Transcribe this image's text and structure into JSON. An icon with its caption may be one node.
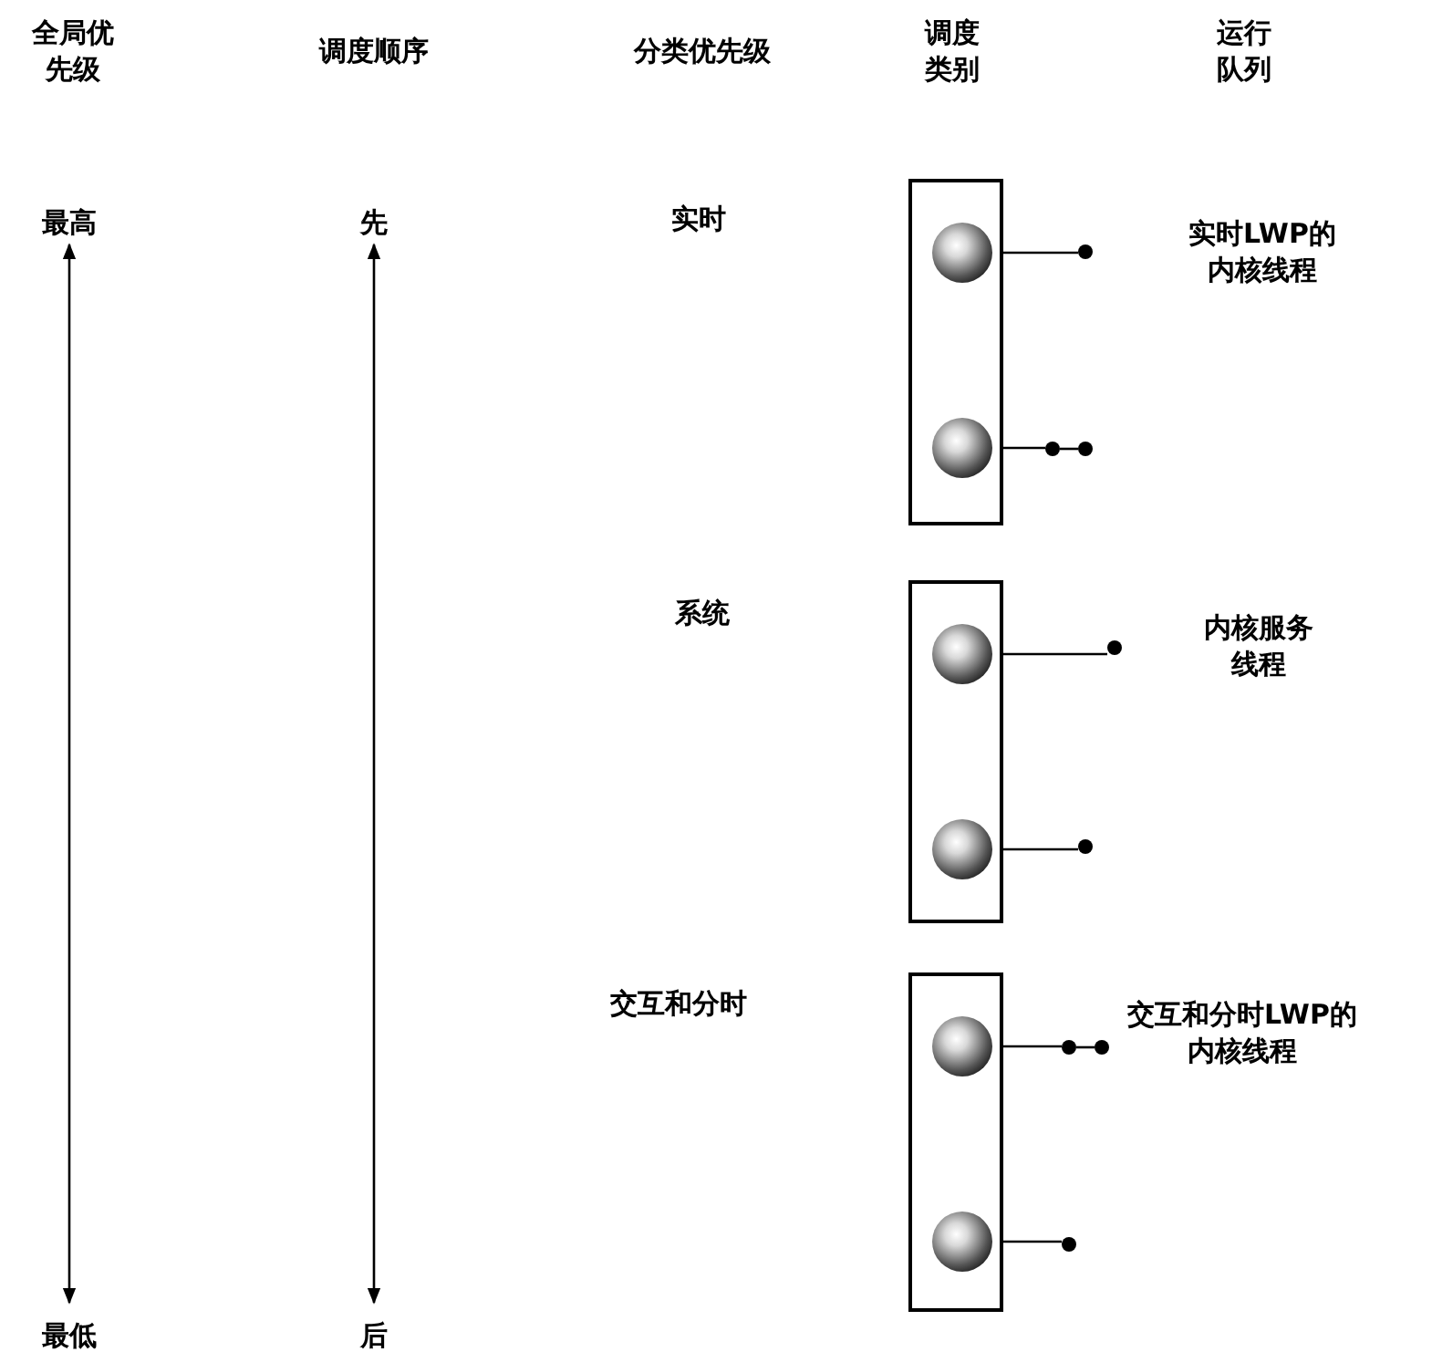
{
  "diagram": {
    "nodes": [
      {
        "text": [],
        "shape": "box"
      },
      {
        "text": [],
        "shape": "sphere",
        "in": 0
      },
      {
        "text": [],
        "shape": "sphere",
        "in": 0
      },
      {
        "text": [],
        "shape": "box"
      },
      {
        "text": [],
        "shape": "sphere",
        "in": 3
      },
      {
        "text": [],
        "shape": "sphere",
        "in": 3
      },
      {
        "text": [],
        "shape": "box"
      },
      {
        "text": [],
        "shape": "sphere",
        "in": 6
      },
      {
        "text": [],
        "shape": "sphere",
        "in": 6
      },
      {
        "text": [],
        "shape": "circle"
      },
      {
        "text": [],
        "shape": "circle"
      },
      {
        "text": [],
        "shape": "circle"
      },
      {
        "text": [],
        "shape": "circle"
      },
      {
        "text": [],
        "shape": "circle"
      },
      {
        "text": [],
        "shape": "circle"
      },
      {
        "text": [],
        "shape": "circle"
      },
      {
        "text": [],
        "shape": "circle"
      }
    ],
    "edges": [
      {
        "from": 1,
        "to": 9,
        "arrow": "none"
      },
      {
        "from": 2,
        "to": 10,
        "arrow": "none"
      },
      {
        "from": 10,
        "to": 11,
        "arrow": "none"
      },
      {
        "from": 4,
        "to": 12,
        "arrow": "none"
      },
      {
        "from": 5,
        "to": 13,
        "arrow": "none"
      },
      {
        "from": 7,
        "to": 14,
        "arrow": "none"
      },
      {
        "from": 14,
        "to": 15,
        "arrow": "none"
      },
      {
        "from": 8,
        "to": 16,
        "arrow": "none"
      }
    ],
    "labels": [
      "全局优先级",
      "调度顺序",
      "分类优先级",
      "调度类别",
      "运行队列",
      "最高",
      "先",
      "实时",
      "实时LWP的内核线程",
      "系统",
      "内核服务线程",
      "交互和分时",
      "交互和分时LWP的内核线程",
      "最低",
      "后"
    ]
  }
}
